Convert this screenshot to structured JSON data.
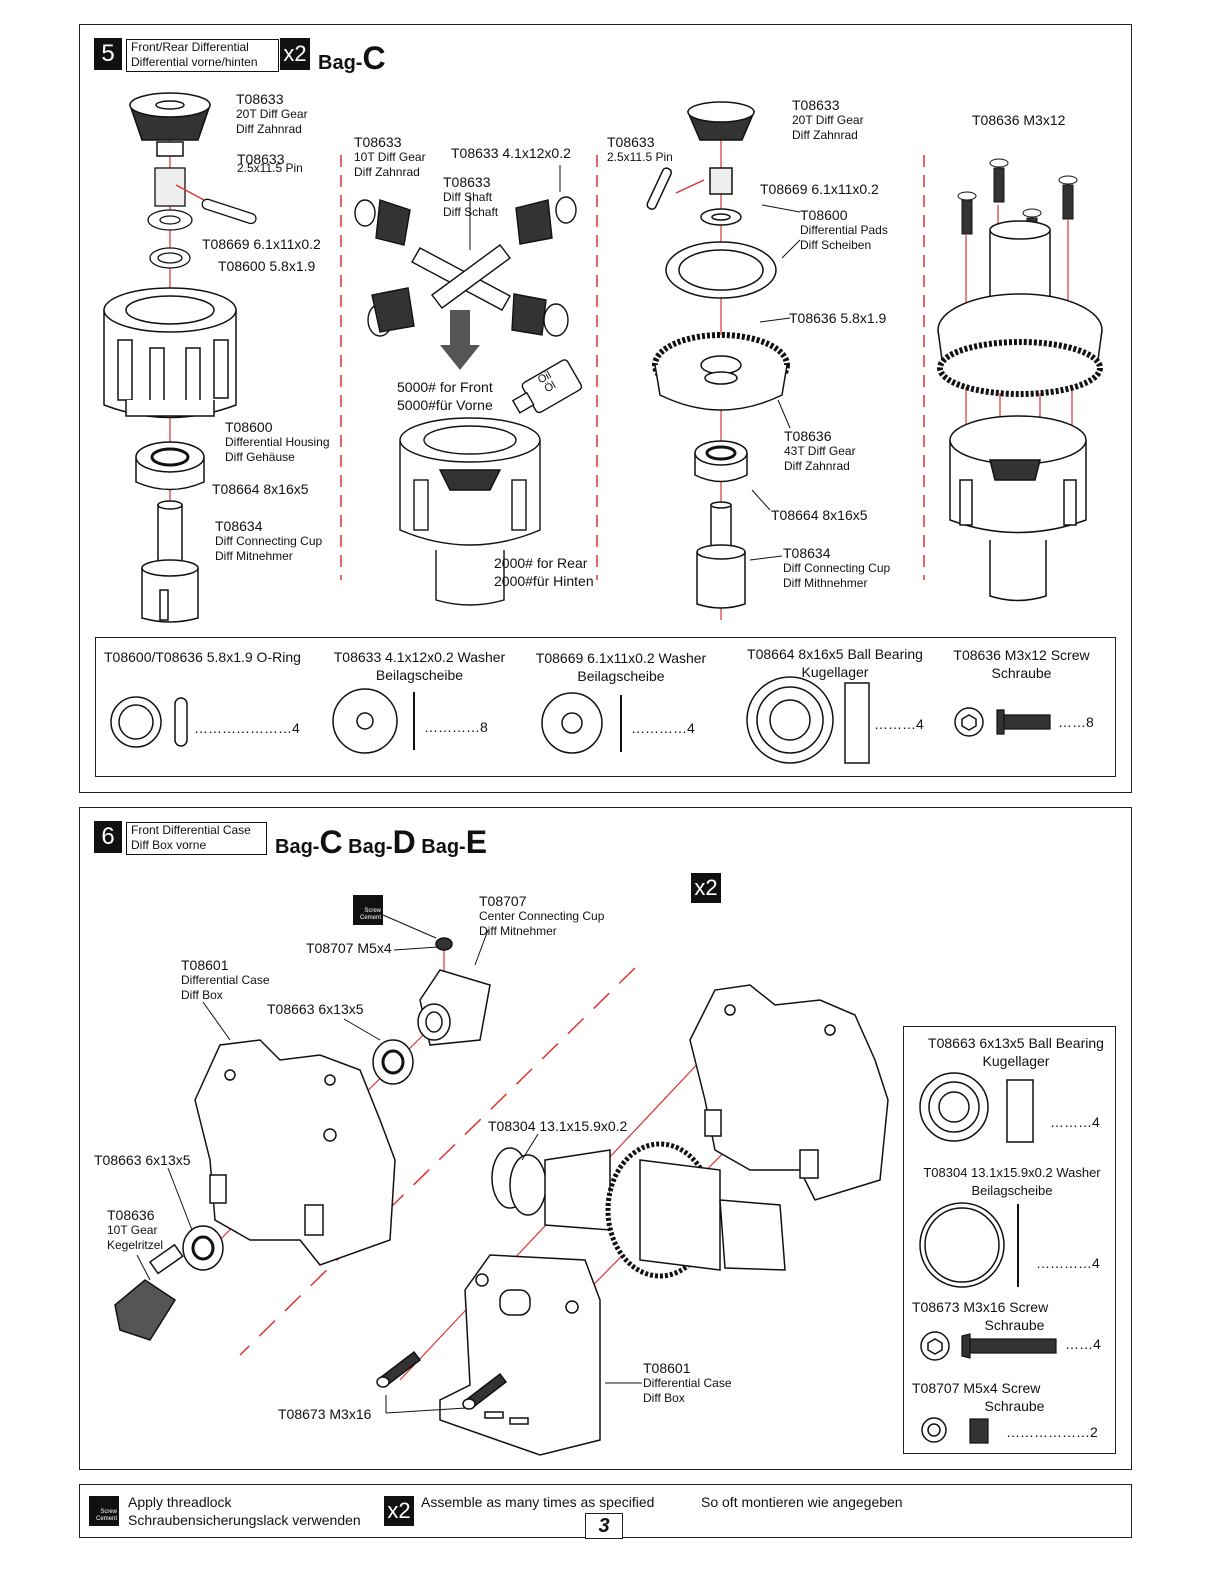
{
  "step5": {
    "number": "5",
    "title_en": "Front/Rear Differential",
    "title_de": "Differential vorne/hinten",
    "multiplier": "x2",
    "bag_prefix": "Bag-",
    "bag_letter": "C",
    "col1": {
      "gear": {
        "code": "T08633",
        "en": "20T Diff Gear",
        "de": "Diff Zahnrad"
      },
      "pin": {
        "code": "T08633",
        "en": "2.5x11.5 Pin"
      },
      "washer": "T08669 6.1x11x0.2",
      "oring": "T08600 5.8x1.9",
      "housing": {
        "code": "T08600",
        "en": "Differential Housing",
        "de": "Diff Gehäuse"
      },
      "bearing": "T08664  8x16x5",
      "cup": {
        "code": "T08634",
        "en": "Diff Connecting Cup",
        "de": "Diff Mitnehmer"
      }
    },
    "col2": {
      "gear": {
        "code": "T08633",
        "en": "10T Diff Gear",
        "de": "Diff Zahnrad"
      },
      "washer": "T08633 4.1x12x0.2",
      "shaft": {
        "code": "T08633",
        "en": "Diff Shaft",
        "de": "Diff Schaft"
      },
      "oil_front_1": "5000# for Front",
      "oil_front_2": "5000#für Vorne",
      "oil_label_1": "Oil",
      "oil_label_2": "Öl",
      "oil_rear_1": "2000# for Rear",
      "oil_rear_2": "2000#für Hinten"
    },
    "col3": {
      "gear": {
        "code": "T08633",
        "en": "20T Diff Gear",
        "de": "Diff Zahnrad"
      },
      "pin": {
        "code": "T08633",
        "en": "2.5x11.5 Pin"
      },
      "washer": "T08669 6.1x11x0.2",
      "pads": {
        "code": "T08600",
        "en": "Differential Pads",
        "de": "Diff Scheiben"
      },
      "oring": "T08636 5.8x1.9",
      "ring": {
        "code": "T08636",
        "en": "43T Diff Gear",
        "de": "Diff Zahnrad"
      },
      "bearing": "T08664  8x16x5",
      "cup": {
        "code": "T08634",
        "en": "Diff Connecting Cup",
        "de": "Diff Mithnehmer"
      }
    },
    "col4": {
      "screw": "T08636  M3x12"
    },
    "legend": [
      {
        "title": "T08600/T08636  5.8x1.9 O-Ring",
        "sub": "",
        "count": "…………………4"
      },
      {
        "title": "T08633  4.1x12x0.2 Washer",
        "sub": "Beilagscheibe",
        "count": "…………8"
      },
      {
        "title": "T08669  6.1x11x0.2 Washer",
        "sub": "Beilagscheibe",
        "count": "…………4"
      },
      {
        "title": "T08664  8x16x5 Ball Bearing",
        "sub": "Kugellager",
        "count": "………4"
      },
      {
        "title": "T08636  M3x12 Screw",
        "sub": "Schraube",
        "count": "……8"
      }
    ]
  },
  "step6": {
    "number": "6",
    "title_en": "Front Differential Case",
    "title_de": "Diff Box vorne",
    "bags": [
      "C",
      "D",
      "E"
    ],
    "bag_prefix": "Bag-",
    "multiplier": "x2",
    "screw_cement_1": "Screw",
    "screw_cement_2": "Cement",
    "cup": {
      "code": "T08707",
      "en": "Center Connecting Cup",
      "de": "Diff Mitnehmer"
    },
    "set_screw": "T08707  M5x4",
    "case_top": {
      "code": "T08601",
      "en": "Differential Case",
      "de": "Diff Box"
    },
    "bearing_top": "T08663 6x13x5",
    "bearing_left": "T08663 6x13x5",
    "pinion": {
      "code": "T08636",
      "en": "10T Gear",
      "de": "Kegelritzel"
    },
    "washer": "T08304 13.1x15.9x0.2",
    "case_bottom": {
      "code": "T08601",
      "en": "Differential Case",
      "de": "Diff Box"
    },
    "screw": "T08673  M3x16",
    "legend": [
      {
        "title": "T08663  6x13x5 Ball Bearing",
        "sub": "Kugellager",
        "count": "………4"
      },
      {
        "title": "T08304 13.1x15.9x0.2 Washer",
        "sub": "Beilagscheibe",
        "count": "…………4"
      },
      {
        "title": "T08673  M3x16 Screw",
        "sub": "Schraube",
        "count": "……4"
      },
      {
        "title": "T08707  M5x4 Screw",
        "sub": "Schraube",
        "count": "………………2"
      }
    ]
  },
  "footer": {
    "threadlock_en": "Apply threadlock",
    "threadlock_de": "Schraubensicherungslack verwenden",
    "multiplier": "x2",
    "assemble_en": "Assemble as many times as specified",
    "assemble_de": "So oft montieren wie angegeben",
    "page_number": "3"
  }
}
